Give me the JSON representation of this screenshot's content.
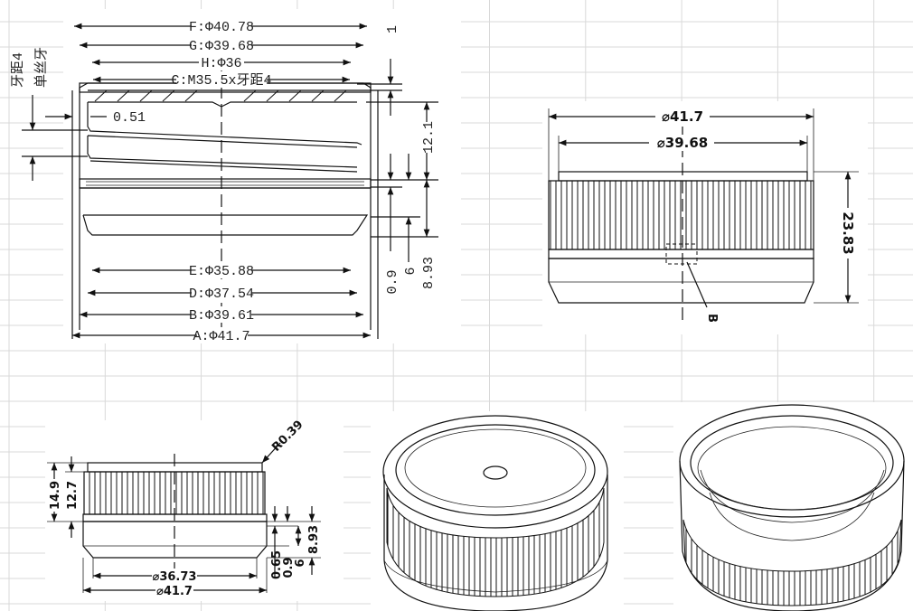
{
  "sheet": {
    "grid_color": "#d9d9d9",
    "line_color": "#111111"
  },
  "section_view": {
    "dims": {
      "F": "F:Φ40.78",
      "G": "G:Φ39.68",
      "H": "H:Φ36",
      "C": "C:M35.5x牙距4",
      "E": "E:Φ35.88",
      "D": "D:Φ37.54",
      "B": "B:Φ39.61",
      "A": "A:Φ41.7",
      "wall": "0.51",
      "top": "1",
      "h121": "12.1",
      "h09": "0.9",
      "h6": "6",
      "h893": "8.93"
    },
    "thread_note_1": "牙距4",
    "thread_note_2": "单丝牙"
  },
  "front_view": {
    "d1": "⌀41.7",
    "d2": "⌀39.68",
    "height": "23.83",
    "detail": "B"
  },
  "side_view": {
    "radius": "R0.39",
    "h149": "14.9",
    "h127": "12.7",
    "h065": "0.65",
    "h09": "0.9",
    "h6": "6",
    "h893": "8.93",
    "d1": "⌀36.73",
    "d2": "⌀41.7"
  }
}
